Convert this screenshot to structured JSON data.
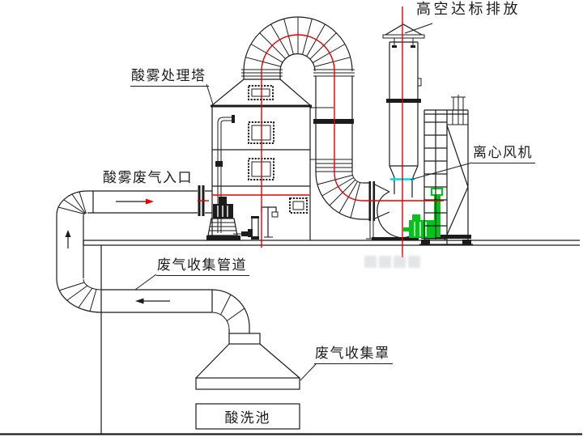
{
  "diagram": {
    "labels": {
      "stack_outlet": "高空达标排放",
      "tower": "酸雾处理塔",
      "fan": "离心风机",
      "inlet": "酸雾废气入口",
      "collection_pipe": "废气收集管道",
      "collection_hood": "废气收集罩",
      "acid_tank": "酸洗池"
    },
    "flow_arrows": {
      "inlet_duct_direction": "right",
      "riser_duct_direction": "up",
      "collection_duct_direction": "left"
    },
    "colors": {
      "ink": "#1c1c1c",
      "red": "#e60000",
      "cyan": "#00d8e8",
      "green": "#00c41a"
    }
  }
}
